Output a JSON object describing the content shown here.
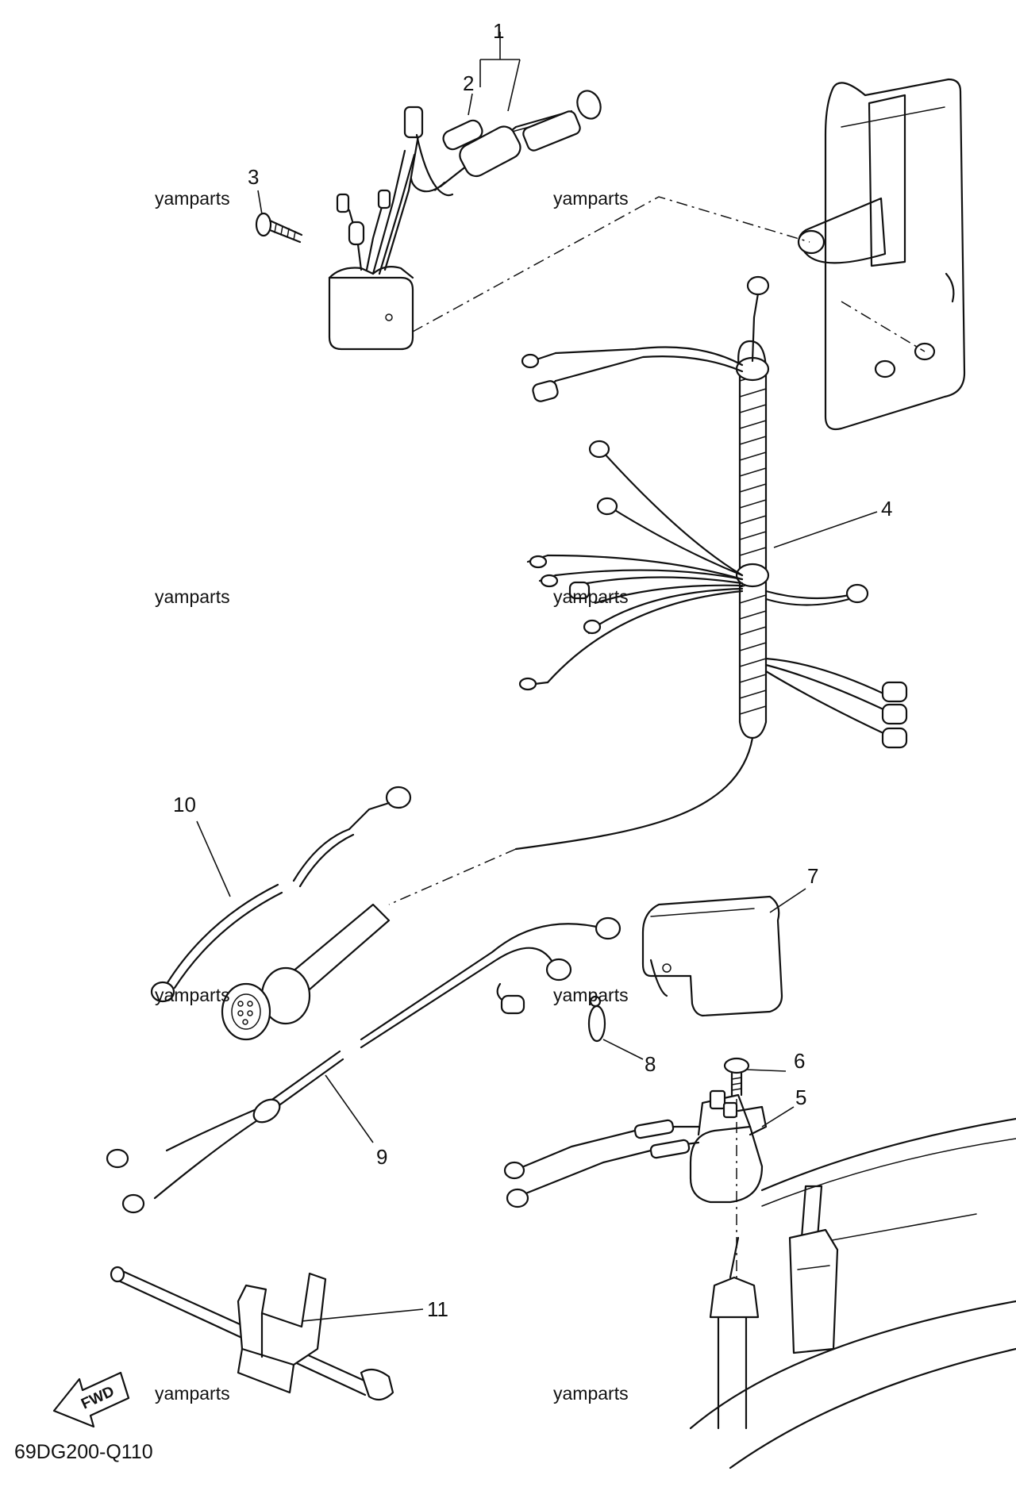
{
  "diagram": {
    "part_code": "69DG200-Q110",
    "direction_label": "FWD",
    "watermark": "yamparts",
    "callouts": [
      {
        "id": "callout-1",
        "text": "1"
      },
      {
        "id": "callout-2",
        "text": "2"
      },
      {
        "id": "callout-3",
        "text": "3"
      },
      {
        "id": "callout-4",
        "text": "4"
      },
      {
        "id": "callout-5",
        "text": "5"
      },
      {
        "id": "callout-6",
        "text": "6"
      },
      {
        "id": "callout-7",
        "text": "7"
      },
      {
        "id": "callout-8",
        "text": "8"
      },
      {
        "id": "callout-9",
        "text": "9"
      },
      {
        "id": "callout-10",
        "text": "10"
      },
      {
        "id": "callout-11",
        "text": "11"
      }
    ],
    "icons": {
      "direction": "fwd-arrow-icon"
    }
  }
}
